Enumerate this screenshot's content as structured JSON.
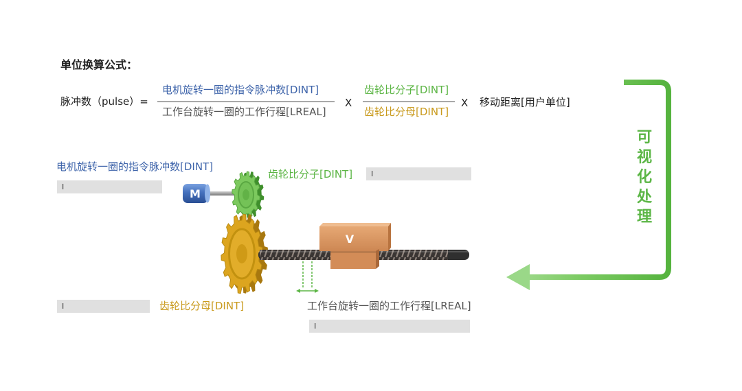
{
  "formula_title": "单位换算公式：",
  "formula": {
    "lhs": "脉冲数（pulse）=",
    "fraction_1": {
      "numerator": "电机旋转一圈的指令脉冲数[DINT]",
      "denominator": "工作台旋转一圈的工作行程[LREAL]"
    },
    "operator_1": "X",
    "fraction_2": {
      "numerator": "齿轮比分子[DINT]",
      "denominator": "齿轮比分母[DINT]"
    },
    "operator_2": "X",
    "rhs": "移动距离[用户单位]"
  },
  "visualize": {
    "label": "可视化处理",
    "icon": "flow-arrow-icon"
  },
  "diagram": {
    "motor": {
      "label": "M",
      "icon": "motor-icon"
    },
    "table_block": {
      "label": "V"
    },
    "fields": {
      "motor_pulses": {
        "label": "电机旋转一圈的指令脉冲数[DINT]",
        "value": "I"
      },
      "gear_numerator": {
        "label": "齿轮比分子[DINT]",
        "value": "I"
      },
      "gear_denominator": {
        "label": "齿轮比分母[DINT]",
        "value": "I"
      },
      "table_travel": {
        "label": "工作台旋转一圈的工作行程[LREAL]",
        "value": "I"
      }
    }
  },
  "colors": {
    "label_blue": "#3e64aa",
    "label_green": "#5cb545",
    "label_gold": "#c99a1d",
    "text_gray": "#555555",
    "text_dark": "#222222",
    "field_bg": "#e0e0e0",
    "accent_green": "#5cb646"
  }
}
